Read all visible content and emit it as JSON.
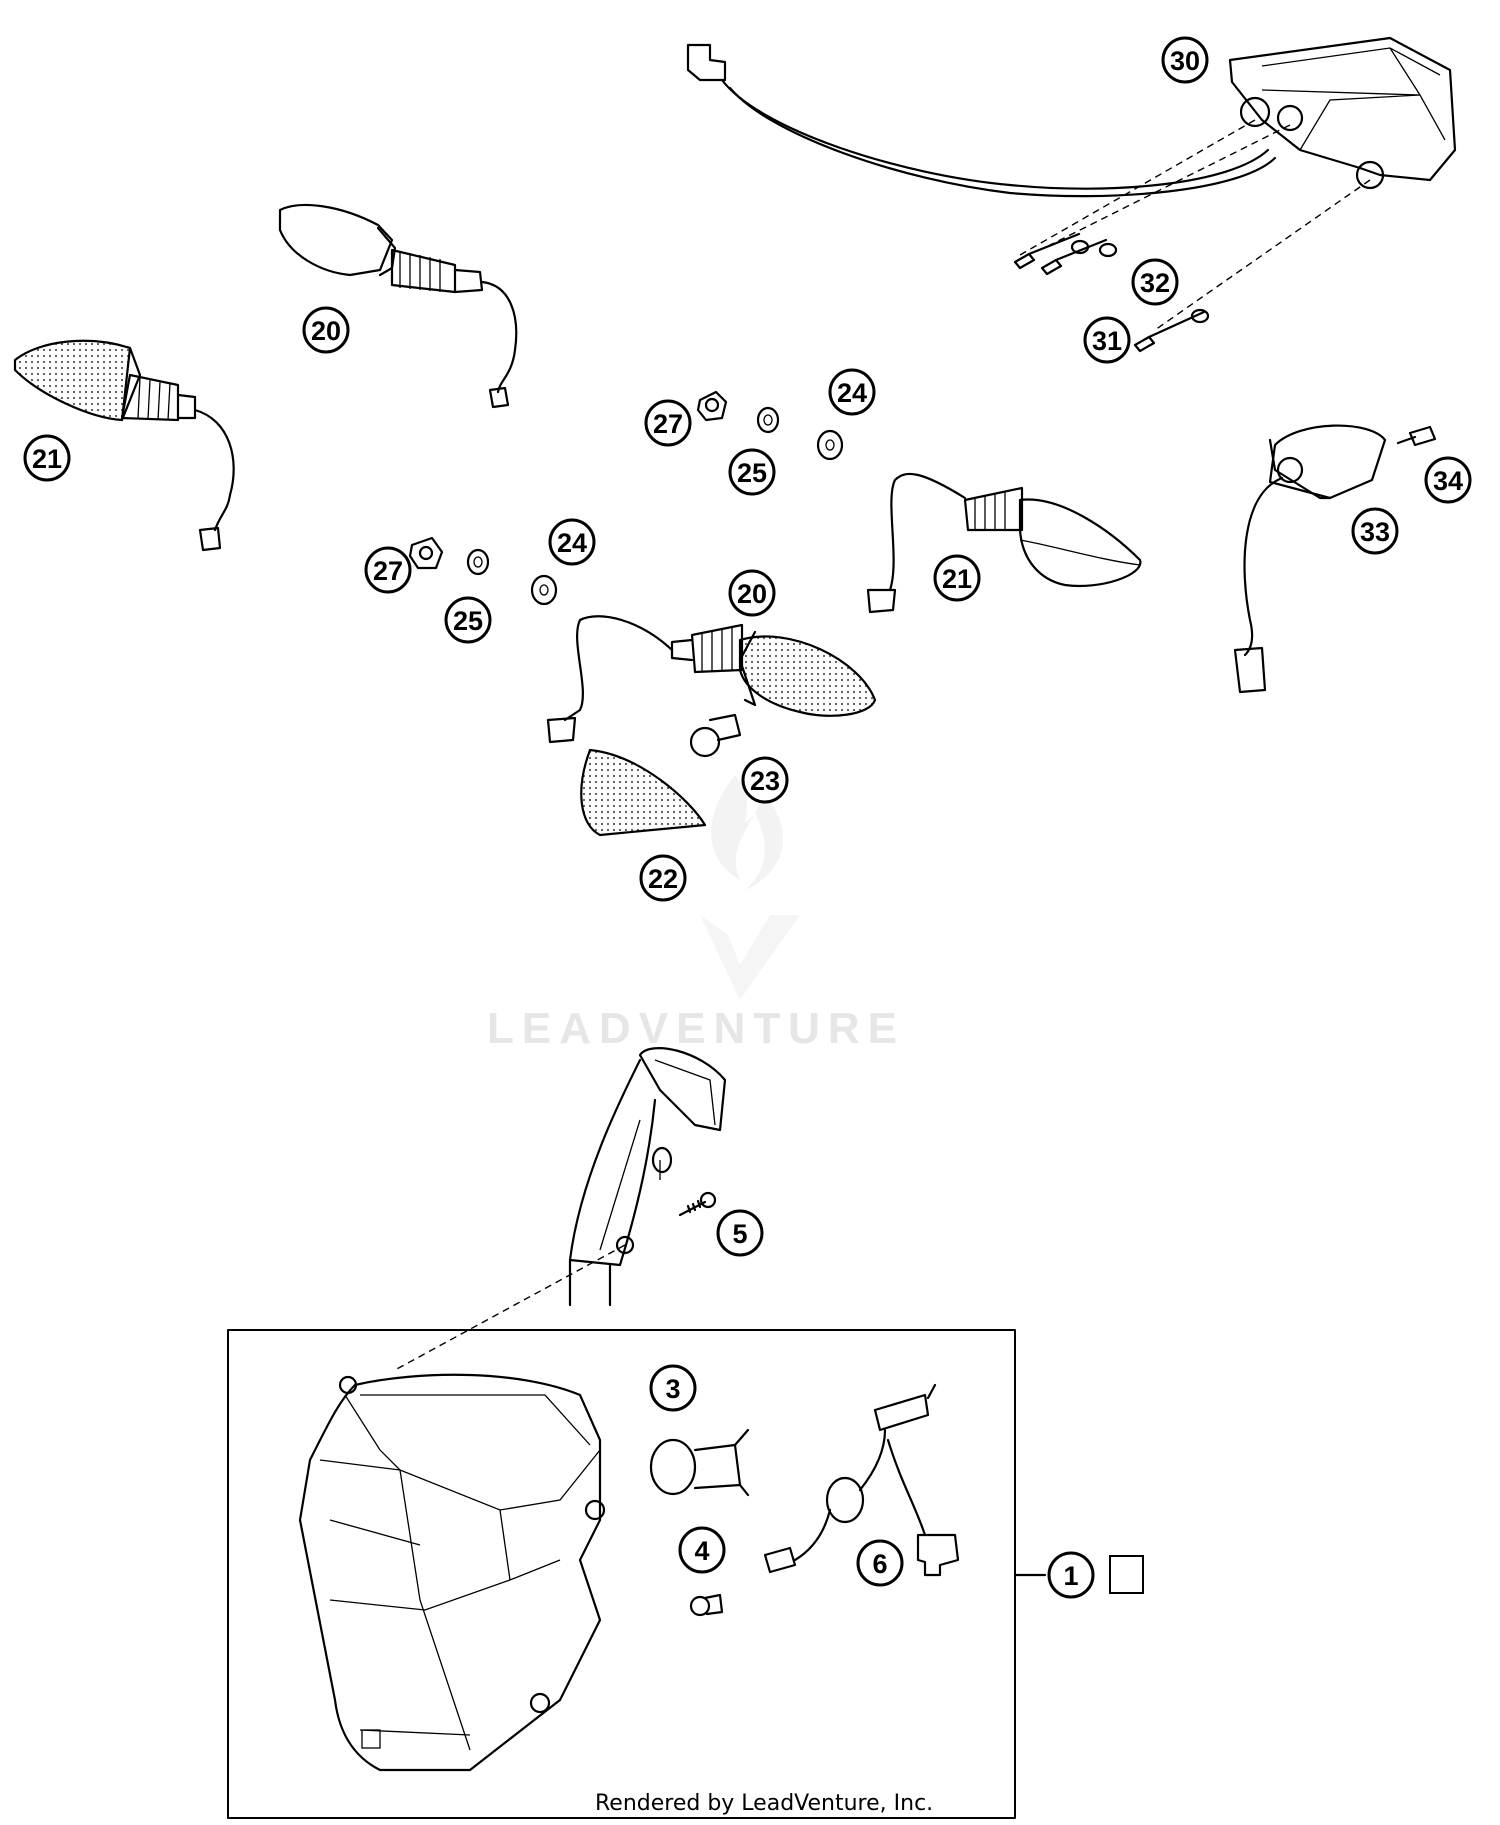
{
  "diagram": {
    "callouts": {
      "c30": "30",
      "c32": "32",
      "c31": "31",
      "c20a": "20",
      "c21a": "21",
      "c27a": "27",
      "c24a": "24",
      "c25a": "25",
      "c21b": "21",
      "c34": "34",
      "c33": "33",
      "c27b": "27",
      "c24b": "24",
      "c25b": "25",
      "c20b": "20",
      "c23": "23",
      "c22": "22",
      "c5": "5",
      "c3": "3",
      "c4": "4",
      "c6": "6",
      "c1": "1"
    },
    "watermark": "LEADVENTURE",
    "credit": "Rendered by LeadVenture, Inc."
  }
}
